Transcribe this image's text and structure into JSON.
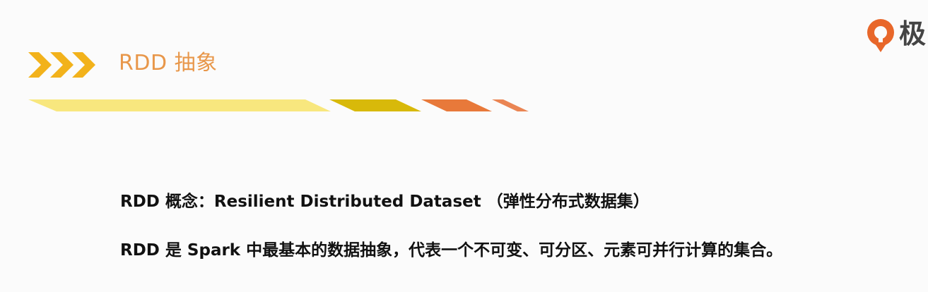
{
  "slide": {
    "title": "RDD 抽象",
    "logo_text": "极",
    "definition_line": "RDD 概念：Resilient Distributed Dataset （弹性分布式数据集）",
    "description_line": "RDD 是 Spark 中最基本的数据抽象，代表一个不可变、可分区、元素可并行计算的集合。"
  },
  "colors": {
    "title": "#e8974a",
    "chevron": "#f2b21b",
    "stripe_light_yellow": "#f8e77e",
    "stripe_olive": "#d8b90a",
    "stripe_orange": "#e8793a",
    "stripe_light_orange": "#ea8553",
    "logo_orange": "#e8672a",
    "body_text": "#111111"
  },
  "icons": {
    "chevrons": "triple-chevron-right-icon",
    "logo": "logo-mark-icon"
  }
}
